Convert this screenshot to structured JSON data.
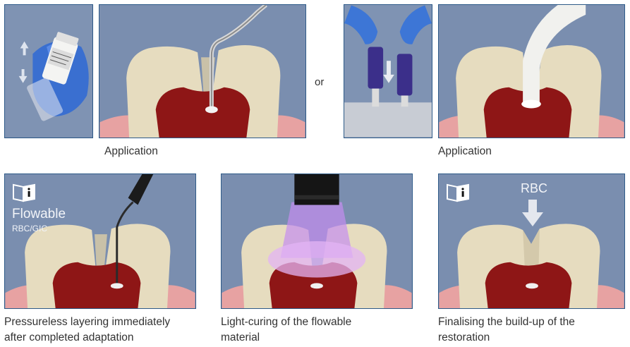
{
  "row1": {
    "caption_left": "Application",
    "or_label": "or",
    "caption_right": "Application"
  },
  "row2": {
    "panel1": {
      "overlay_title": "Flowable",
      "overlay_sub": "RBC/GIC",
      "caption_line1": "Pressureless layering immediately",
      "caption_line2": "after completed adaptation"
    },
    "panel2": {
      "caption_line1": "Light-curing of the flowable",
      "caption_line2": "material"
    },
    "panel3": {
      "overlay_label": "RBC",
      "caption_line1": "Finalising the build-up of the",
      "caption_line2": "restoration"
    }
  },
  "icons": [
    "manual-info-icon",
    "arrow-down-icon"
  ],
  "colors": {
    "panel_border": "#2e5a88",
    "panel_bg": "#7b8eae",
    "tooth": "#e6dcc0",
    "pulp": "#8e1616",
    "gum": "#e9a6a6"
  }
}
